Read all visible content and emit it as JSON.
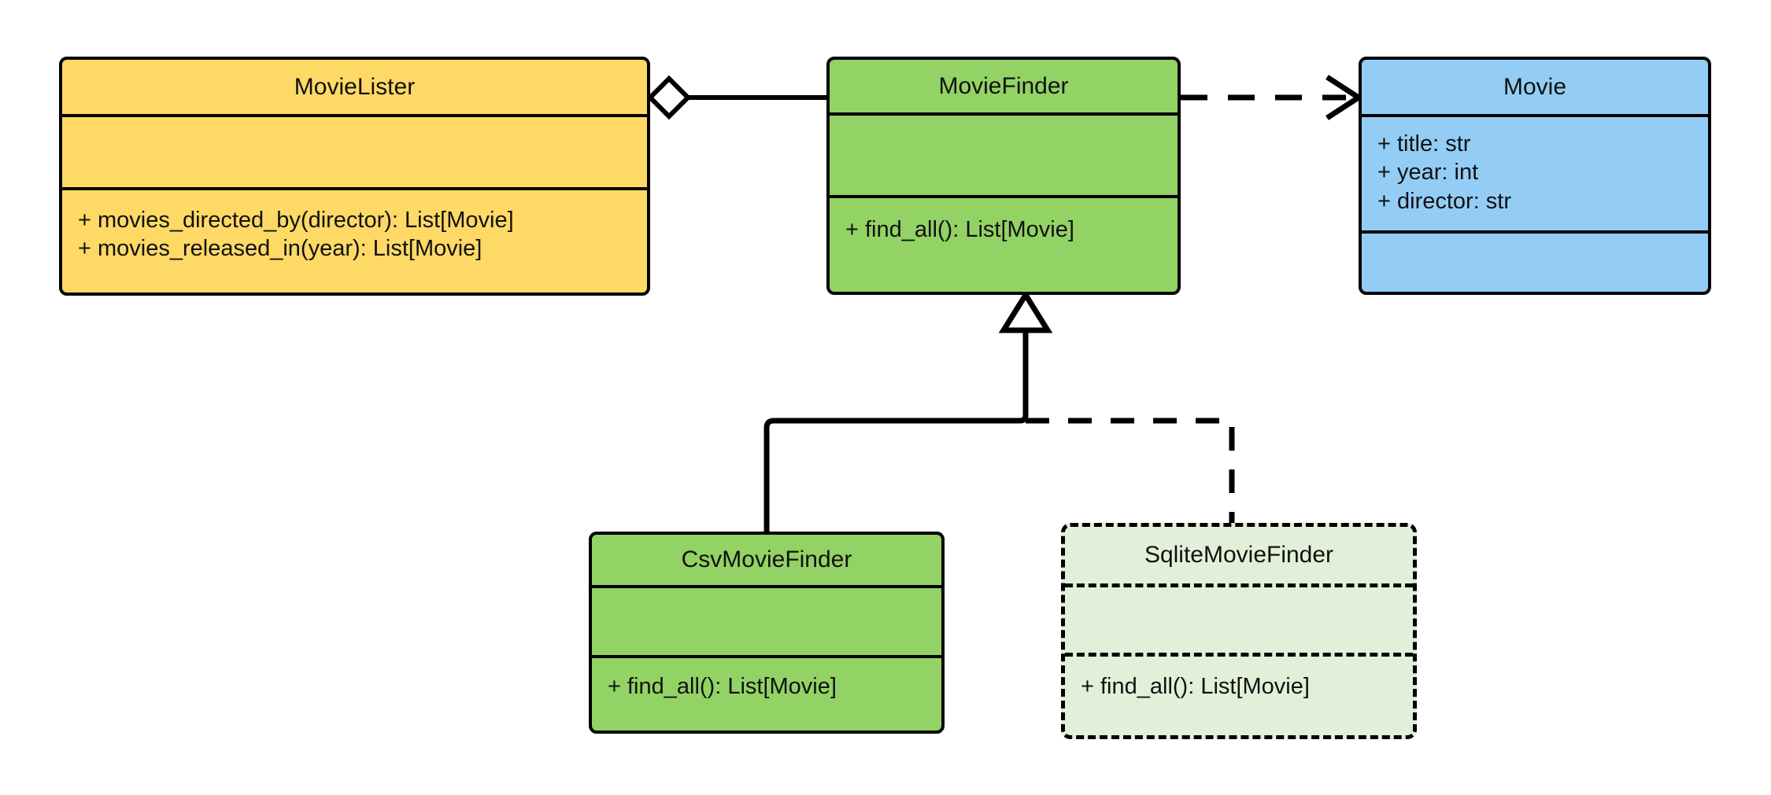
{
  "diagram": {
    "type": "uml-class-diagram",
    "title": "MovieLister dependency injection class diagram",
    "background": "#ffffff",
    "line_color": "#000000"
  },
  "palette": {
    "yellow": "#FFD966",
    "green": "#93D265",
    "blue": "#93CDF5",
    "pale_green": "#E2F0D9",
    "stroke": "#000000"
  },
  "classes": [
    {
      "id": "movielister",
      "name": "MovieLister",
      "fill": "#FFD966",
      "border_style": "solid",
      "attributes": [],
      "methods": [
        "+ movies_directed_by(director): List[Movie]",
        "+ movies_released_in(year): List[Movie]"
      ]
    },
    {
      "id": "moviefinder",
      "name": "MovieFinder",
      "fill": "#93D265",
      "border_style": "solid",
      "attributes": [],
      "methods": [
        "+ find_all(): List[Movie]"
      ]
    },
    {
      "id": "movie",
      "name": "Movie",
      "fill": "#93CDF5",
      "border_style": "solid",
      "attributes": [
        "+ title: str",
        "+ year: int",
        "+ director: str"
      ],
      "methods": []
    },
    {
      "id": "csvmoviefinder",
      "name": "CsvMovieFinder",
      "fill": "#93D265",
      "border_style": "solid",
      "attributes": [],
      "methods": [
        "+ find_all(): List[Movie]"
      ]
    },
    {
      "id": "sqlitemoviefinder",
      "name": "SqliteMovieFinder",
      "fill": "#E2F0D9",
      "border_style": "dashed",
      "attributes": [],
      "methods": [
        "+ find_all(): List[Movie]"
      ]
    }
  ],
  "relationships": [
    {
      "id": "rel-aggregation",
      "kind": "aggregation",
      "from": "movielister",
      "to": "moviefinder",
      "line_style": "solid",
      "marker": "hollow-diamond",
      "marker_at": "from"
    },
    {
      "id": "rel-dependency",
      "kind": "dependency",
      "from": "moviefinder",
      "to": "movie",
      "line_style": "dashed",
      "marker": "open-arrow",
      "marker_at": "to"
    },
    {
      "id": "rel-inherit-csv",
      "kind": "generalization",
      "from": "csvmoviefinder",
      "to": "moviefinder",
      "line_style": "solid",
      "marker": "hollow-triangle",
      "marker_at": "to"
    },
    {
      "id": "rel-inherit-sqlite",
      "kind": "generalization",
      "from": "sqlitemoviefinder",
      "to": "moviefinder",
      "line_style": "dashed",
      "marker": "hollow-triangle",
      "marker_at": "to"
    }
  ]
}
